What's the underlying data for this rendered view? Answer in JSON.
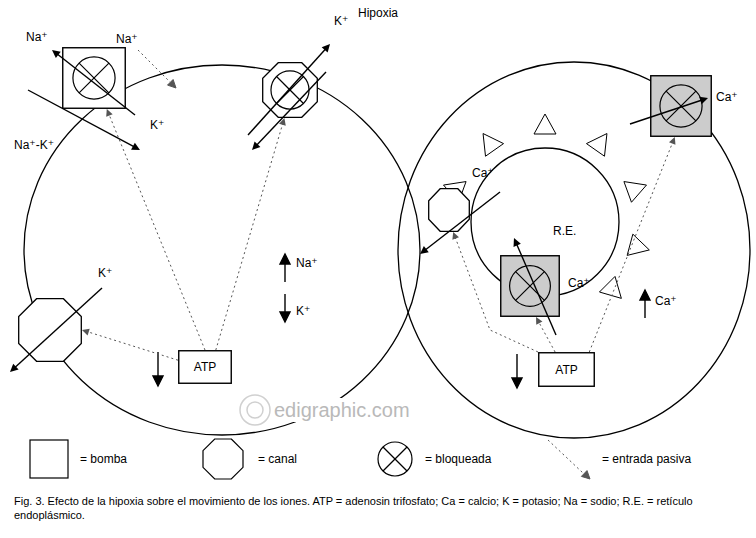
{
  "diagram": {
    "title": "Hipoxia",
    "caption": "Fig. 3. Efecto de la hipoxia sobre el movimiento de los iones. ATP = adenosin trifosfato; Ca = calcio; K = potasio; Na = sodio; R.E. = retículo endoplásmico.",
    "nodes": [
      {
        "text": [
          "Na⁺",
          "K⁺",
          "Na⁺-K⁺"
        ]
      },
      {
        "text": [
          "K⁺"
        ]
      },
      {
        "text": [
          "K⁺"
        ]
      },
      {
        "text": [
          "ATP"
        ]
      },
      {
        "text": [
          "R.E."
        ]
      },
      {
        "text": [
          "Ca⁺"
        ]
      },
      {
        "text": [
          "Ca⁺"
        ]
      },
      {
        "text": [
          "Ca⁺"
        ]
      },
      {
        "text": [
          "ATP"
        ]
      }
    ],
    "edges": [
      {
        "from": 3,
        "to": 0,
        "arrow": "to"
      },
      {
        "from": 3,
        "to": 1,
        "arrow": "to"
      },
      {
        "from": 3,
        "to": 2,
        "arrow": "to"
      },
      {
        "from": 8,
        "to": 5,
        "arrow": "to"
      },
      {
        "from": 8,
        "to": 6,
        "arrow": "to"
      },
      {
        "from": 8,
        "to": 7,
        "arrow": "to"
      }
    ],
    "labels": [
      "Na⁺",
      "Na⁺",
      "K⁺",
      "Ca⁺",
      "edigraphic.com"
    ],
    "legend": [
      {
        "text": "= bomba"
      },
      {
        "text": "= canal"
      },
      {
        "text": "= bloqueada"
      },
      {
        "text": "= entrada pasiva"
      }
    ]
  }
}
